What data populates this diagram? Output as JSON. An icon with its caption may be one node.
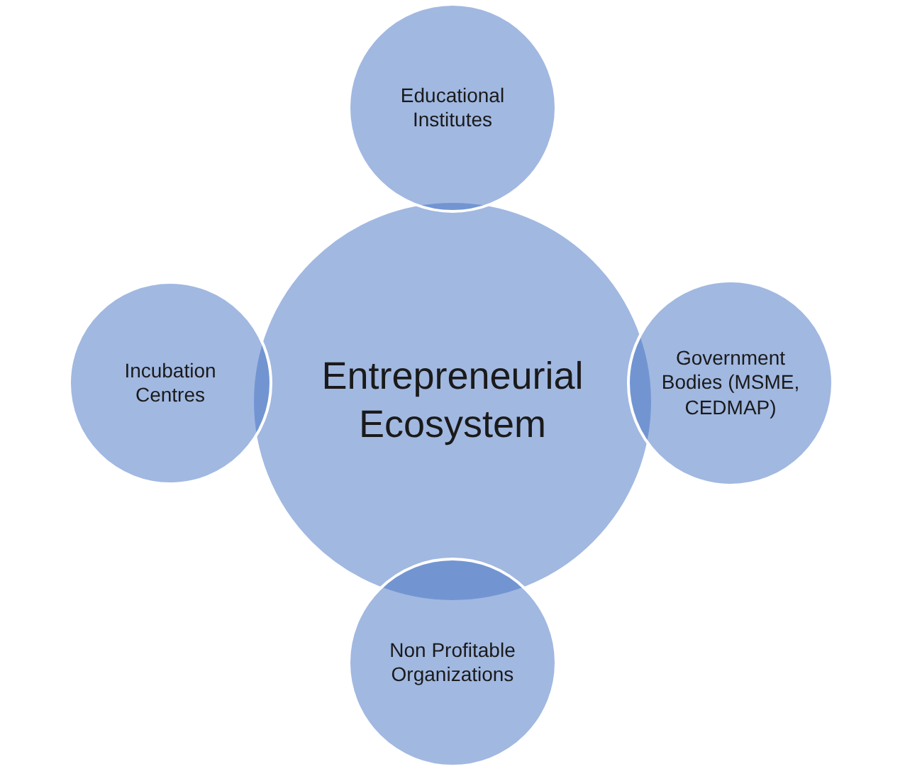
{
  "diagram": {
    "nodes": [
      {
        "text": [
          "Educational Institutes"
        ]
      },
      {
        "text": [
          "Incubation Centres"
        ]
      },
      {
        "text": [
          "Entrepreneurial Ecosystem"
        ]
      },
      {
        "text": [
          "Government Bodies (MSME, CEDMAP)"
        ]
      },
      {
        "text": [
          "Non Profitable Organizations"
        ]
      }
    ]
  }
}
